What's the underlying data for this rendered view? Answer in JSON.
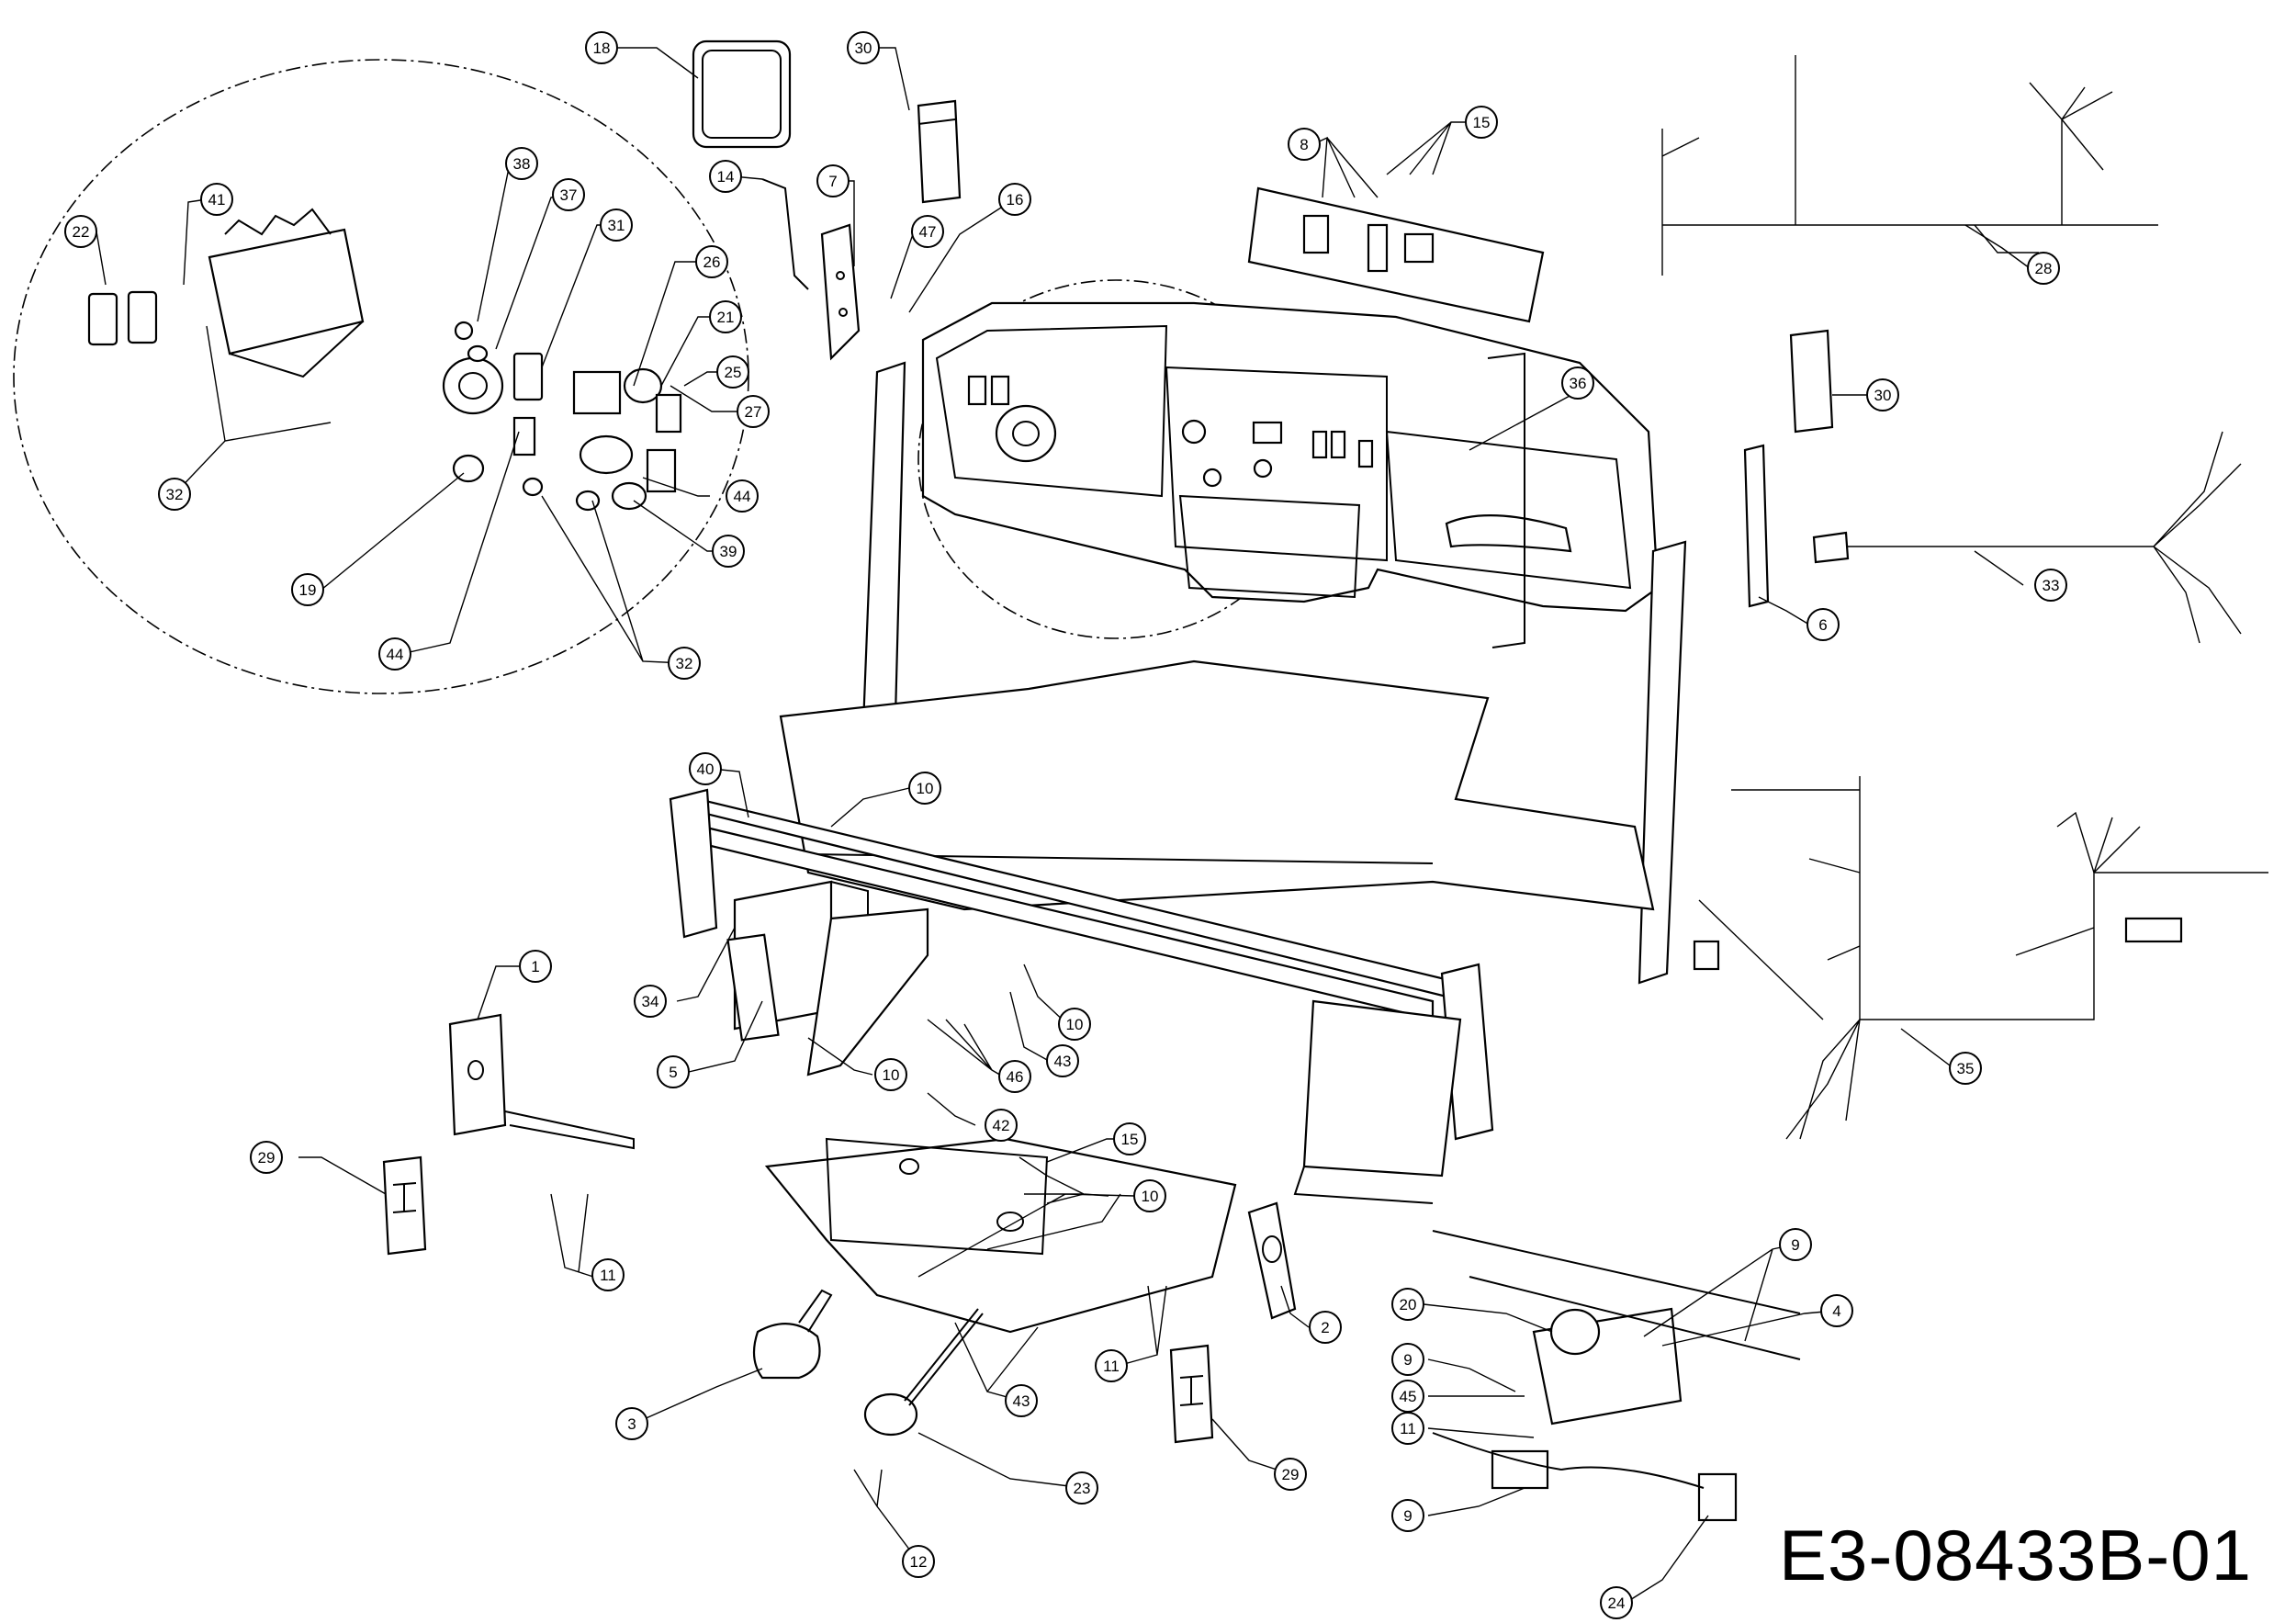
{
  "drawing": {
    "code": "E3-08433B-01"
  },
  "callouts": [
    {
      "id": "c1",
      "label": "1"
    },
    {
      "id": "c2",
      "label": "2"
    },
    {
      "id": "c3",
      "label": "3"
    },
    {
      "id": "c4",
      "label": "4"
    },
    {
      "id": "c5",
      "label": "5"
    },
    {
      "id": "c6",
      "label": "6"
    },
    {
      "id": "c7",
      "label": "7"
    },
    {
      "id": "c8",
      "label": "8"
    },
    {
      "id": "c9a",
      "label": "9"
    },
    {
      "id": "c9b",
      "label": "9"
    },
    {
      "id": "c9c",
      "label": "9"
    },
    {
      "id": "c10a",
      "label": "10"
    },
    {
      "id": "c10b",
      "label": "10"
    },
    {
      "id": "c10c",
      "label": "10"
    },
    {
      "id": "c10d",
      "label": "10"
    },
    {
      "id": "c11a",
      "label": "11"
    },
    {
      "id": "c11b",
      "label": "11"
    },
    {
      "id": "c11c",
      "label": "11"
    },
    {
      "id": "c12",
      "label": "12"
    },
    {
      "id": "c14",
      "label": "14"
    },
    {
      "id": "c15a",
      "label": "15"
    },
    {
      "id": "c15b",
      "label": "15"
    },
    {
      "id": "c16",
      "label": "16"
    },
    {
      "id": "c18",
      "label": "18"
    },
    {
      "id": "c19",
      "label": "19"
    },
    {
      "id": "c20",
      "label": "20"
    },
    {
      "id": "c21",
      "label": "21"
    },
    {
      "id": "c22",
      "label": "22"
    },
    {
      "id": "c23",
      "label": "23"
    },
    {
      "id": "c24",
      "label": "24"
    },
    {
      "id": "c25",
      "label": "25"
    },
    {
      "id": "c26",
      "label": "26"
    },
    {
      "id": "c27",
      "label": "27"
    },
    {
      "id": "c28",
      "label": "28"
    },
    {
      "id": "c29a",
      "label": "29"
    },
    {
      "id": "c29b",
      "label": "29"
    },
    {
      "id": "c30a",
      "label": "30"
    },
    {
      "id": "c30b",
      "label": "30"
    },
    {
      "id": "c31",
      "label": "31"
    },
    {
      "id": "c32a",
      "label": "32"
    },
    {
      "id": "c32b",
      "label": "32"
    },
    {
      "id": "c33",
      "label": "33"
    },
    {
      "id": "c34",
      "label": "34"
    },
    {
      "id": "c35",
      "label": "35"
    },
    {
      "id": "c36",
      "label": "36"
    },
    {
      "id": "c37",
      "label": "37"
    },
    {
      "id": "c38",
      "label": "38"
    },
    {
      "id": "c39",
      "label": "39"
    },
    {
      "id": "c40",
      "label": "40"
    },
    {
      "id": "c41",
      "label": "41"
    },
    {
      "id": "c42",
      "label": "42"
    },
    {
      "id": "c43a",
      "label": "43"
    },
    {
      "id": "c43b",
      "label": "43"
    },
    {
      "id": "c44a",
      "label": "44"
    },
    {
      "id": "c44b",
      "label": "44"
    },
    {
      "id": "c45",
      "label": "45"
    },
    {
      "id": "c46",
      "label": "46"
    },
    {
      "id": "c47",
      "label": "47"
    }
  ]
}
